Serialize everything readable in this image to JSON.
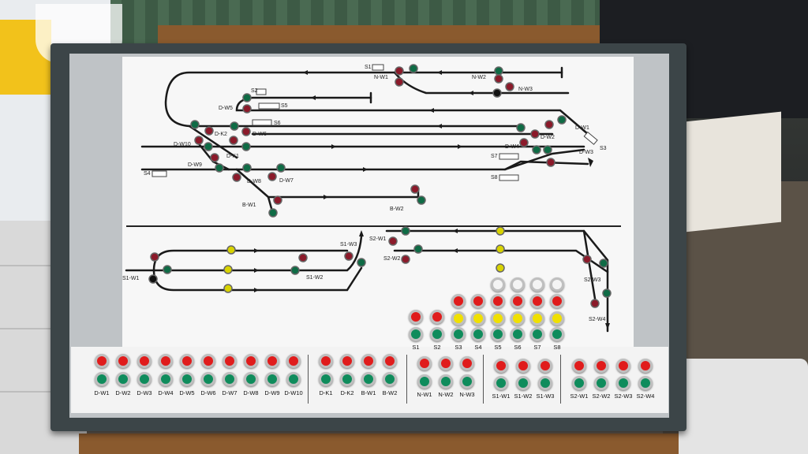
{
  "scene": {
    "panel_color": "#3c4548",
    "button_colors": {
      "red": "#e01c1c",
      "green": "#0f8c5c",
      "yellow": "#f0e000",
      "white": "#f4f4f4"
    }
  },
  "track_labels": {
    "s1": "S1",
    "n_w1": "N-W1",
    "n_w2": "N-W2",
    "n_w3": "N-W3",
    "s2": "S2",
    "s5": "S5",
    "s6": "S6",
    "d_w5": "D-W5",
    "d_w10": "D-W10",
    "d_k2": "D-K2",
    "d_w6": "D-W6",
    "d_k1": "D-K1",
    "d_w9": "D-W9",
    "s4": "S4",
    "d_w8": "D-W8",
    "d_w7": "D-W7",
    "b_w1": "B-W1",
    "b_w2": "B-W2",
    "d_w1": "D-W1",
    "d_w2": "D-W2",
    "d_w4": "D-W4",
    "d_w3": "D-W3",
    "s3": "S3",
    "s7": "S7",
    "s8": "S8",
    "s1_w3": "S1-W3",
    "s1_w1": "S1-W1",
    "s1_w2": "S1-W2",
    "s2_w1": "S2-W1",
    "s2_w2": "S2-W2",
    "s2_w3": "S2-W3",
    "s2_w4": "S2-W4"
  },
  "button_groups": {
    "signals": [
      "S1",
      "S2",
      "S3",
      "S4",
      "S5",
      "S6",
      "S7",
      "S8"
    ],
    "d": [
      "D-W1",
      "D-W2",
      "D-W3",
      "D-W4",
      "D-W5",
      "D-W6",
      "D-W7",
      "D-W8",
      "D-W9",
      "D-W10"
    ],
    "kb": [
      "D-K1",
      "D-K2",
      "B-W1",
      "B-W2"
    ],
    "n": [
      "N-W1",
      "N-W2",
      "N-W3"
    ],
    "s1": [
      "S1-W1",
      "S1-W2",
      "S1-W3"
    ],
    "s2": [
      "S2-W1",
      "S2-W2",
      "S2-W3",
      "S2-W4"
    ]
  }
}
